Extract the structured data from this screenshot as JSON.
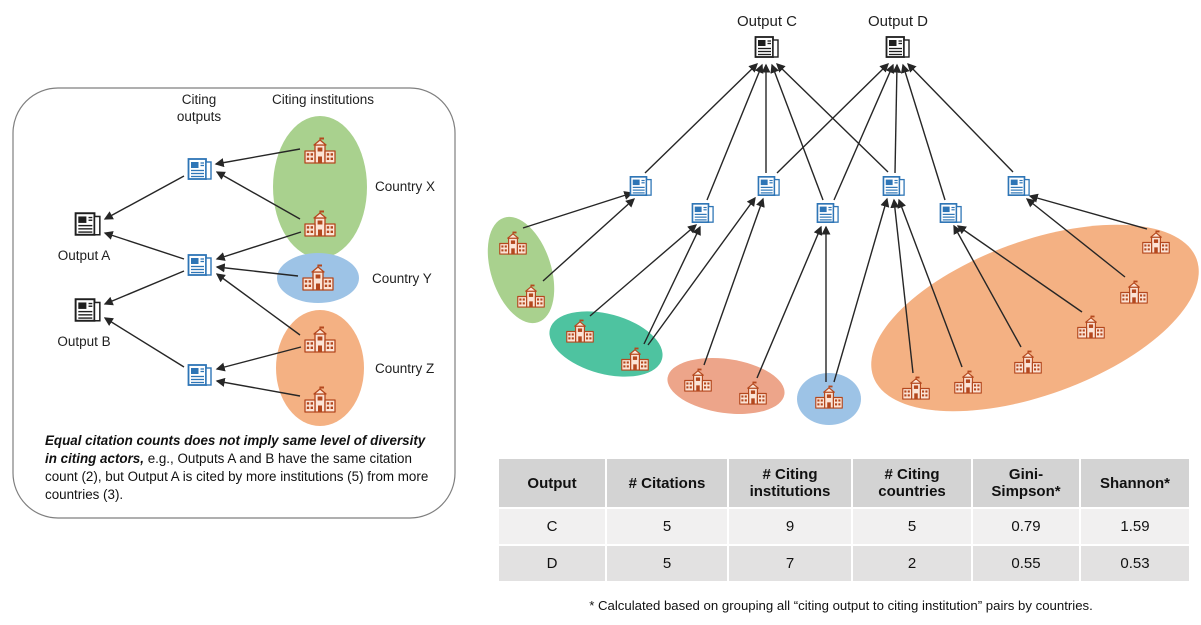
{
  "colors": {
    "country_green": "#a9d18e",
    "country_blue": "#9dc3e6",
    "country_orange": "#f4b183",
    "country_teal": "#4ec3a0",
    "country_salmon": "#eda58a",
    "citing_output_icon": "#2e75b6",
    "output_icon": "#1f1f1f",
    "institution_icon": "#b4481e"
  },
  "left_panel": {
    "citing_outputs_label_line1": "Citing",
    "citing_outputs_label_line2": "outputs",
    "citing_institutions_label": "Citing institutions",
    "output_a_label": "Output A",
    "output_b_label": "Output B",
    "country_x_label": "Country X",
    "country_y_label": "Country Y",
    "country_z_label": "Country Z",
    "caption_bold": "Equal citation counts does not imply same level of diversity in citing actors,",
    "caption_rest": " e.g., Outputs A and B have the same citation count (2), but Output A is cited by more institutions (5) from more countries (3)."
  },
  "right_panel": {
    "output_c_label": "Output C",
    "output_d_label": "Output D"
  },
  "table": {
    "headers": [
      "Output",
      "# Citations",
      "# Citing institutions",
      "# Citing countries",
      "Gini-Simpson*",
      "Shannon*"
    ],
    "rows": [
      [
        "C",
        "5",
        "9",
        "5",
        "0.79",
        "1.59"
      ],
      [
        "D",
        "5",
        "7",
        "2",
        "0.55",
        "0.53"
      ]
    ]
  },
  "footnote": "* Calculated based on grouping all “citing output to citing institution” pairs by countries."
}
